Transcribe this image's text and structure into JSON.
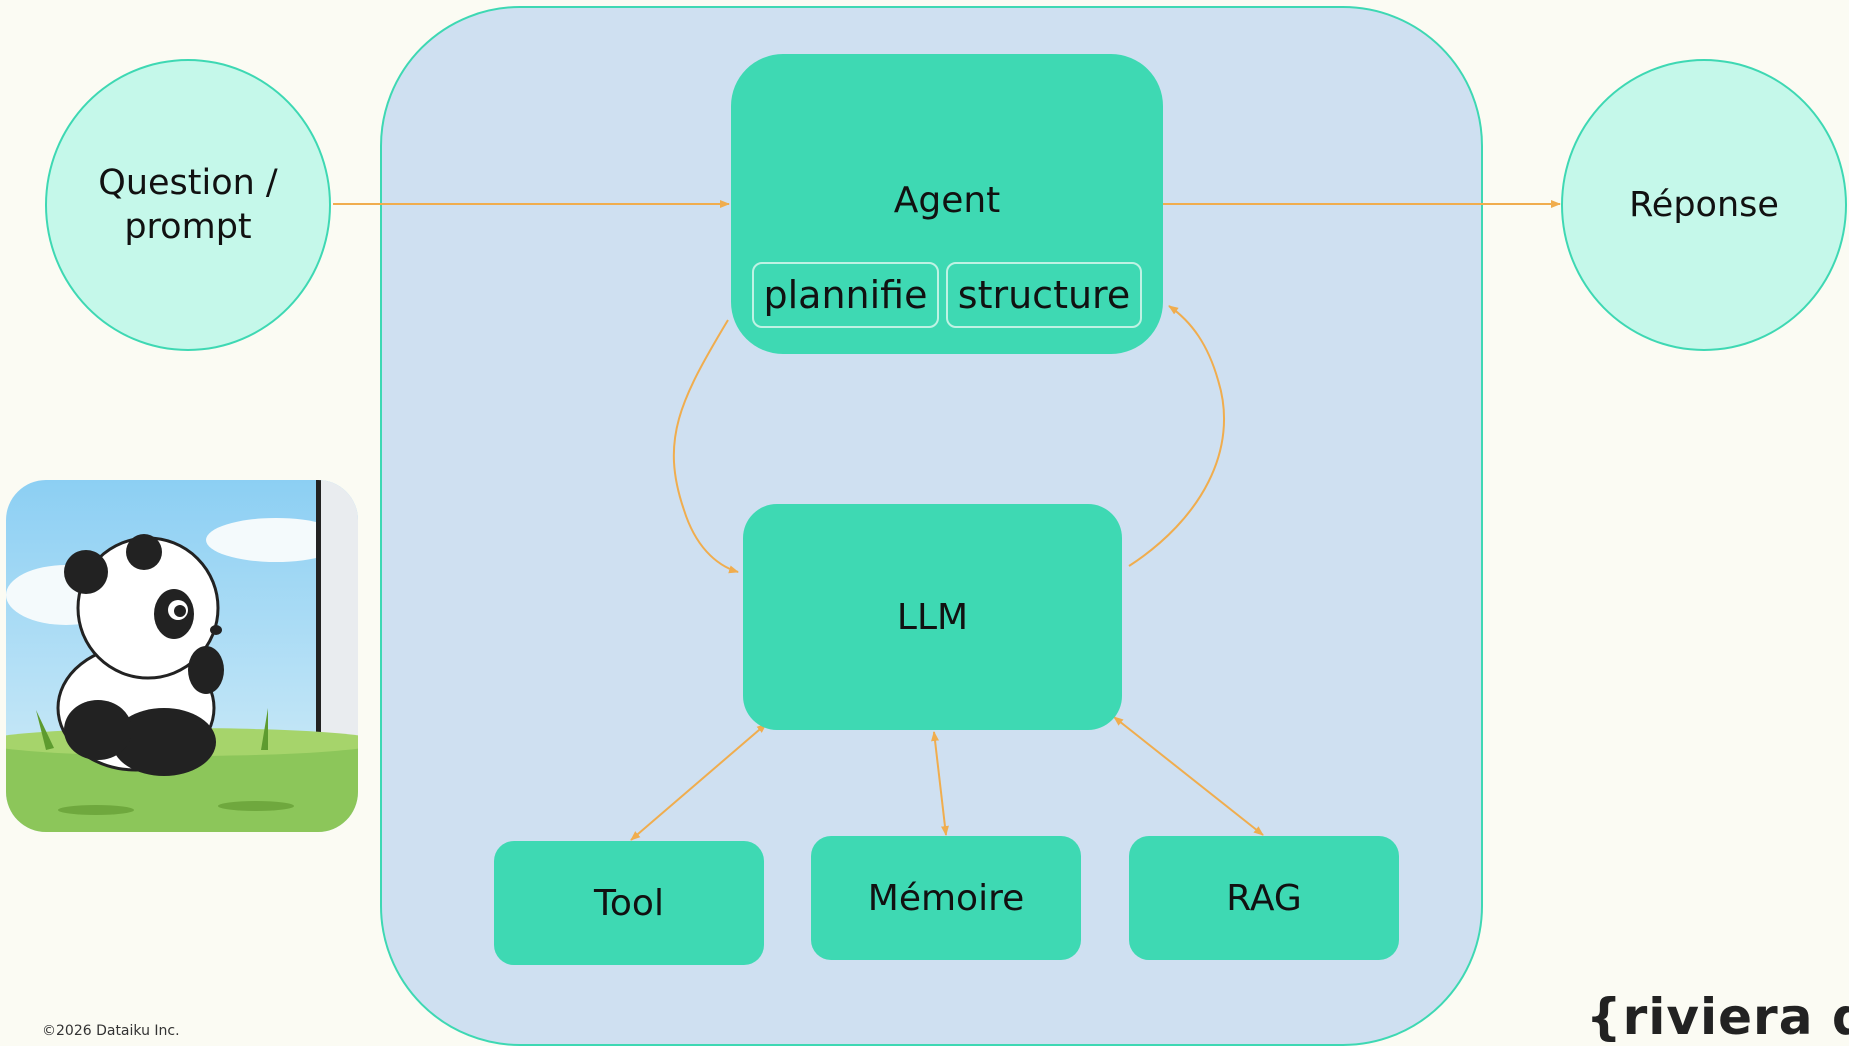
{
  "diagram": {
    "nodes": {
      "question": "Question /\nprompt",
      "reponse": "Réponse",
      "agent": "Agent",
      "agent_pills": [
        "plannifie",
        "structure"
      ],
      "llm": "LLM",
      "tool": "Tool",
      "memoire": "Mémoire",
      "rag": "RAG"
    },
    "edges": [
      {
        "from": "question",
        "to": "agent"
      },
      {
        "from": "agent",
        "to": "reponse"
      },
      {
        "from": "agent",
        "to": "llm"
      },
      {
        "from": "llm",
        "to": "agent"
      },
      {
        "from": "llm",
        "to": "tool",
        "bidirectional": true
      },
      {
        "from": "llm",
        "to": "memoire",
        "bidirectional": true
      },
      {
        "from": "llm",
        "to": "rag",
        "bidirectional": true
      }
    ],
    "colors": {
      "background": "#fbfbf3",
      "container": "#cfe0f1",
      "node": "#3ed9b3",
      "io_node": "#c5f8ea",
      "border": "#3ed8b3",
      "arrow": "#f0ad4e"
    }
  },
  "footer": {
    "copyright": "©2026 Dataiku Inc."
  },
  "logo": {
    "text": "{riviera dev"
  },
  "illustration": {
    "icon": "panda-illustration"
  }
}
